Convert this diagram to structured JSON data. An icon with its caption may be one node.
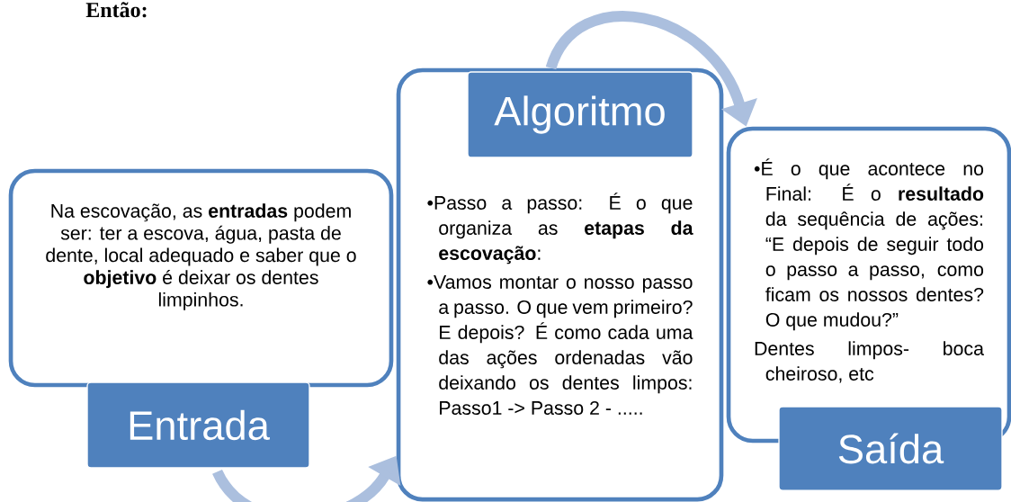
{
  "diagram": {
    "nodes": [
      {
        "text": [
          "Na escovação, as **entradas** podem ser: ter a escova, água, pasta de dente, local adequado e saber que o **objetivo** é deixar os dentes limpinhos.",
          "Entrada"
        ]
      },
      {
        "text": [
          "Algoritmo",
          "•Passo a passo: É o que organiza as **etapas da escovação**:",
          "•Vamos montar o nosso passo a passo. O que vem primeiro? E depois? É como cada uma das ações ordenadas vão deixando os dentes limpos:  Passo1 -> Passo 2 - ....."
        ]
      },
      {
        "text": [
          "•É o que acontece no Final:  É o **resultado** da sequência de ações: “E depois de seguir todo o passo a passo, como ficam os nossos dentes? O que mudou?”",
          "Dentes limpos- boca cheiroso, etc",
          "Saída"
        ]
      }
    ],
    "edges": [
      {
        "from": 0,
        "to": 1,
        "arrow": "to"
      },
      {
        "from": 1,
        "to": 2,
        "arrow": "to"
      }
    ],
    "labels": [
      "Então:"
    ]
  }
}
